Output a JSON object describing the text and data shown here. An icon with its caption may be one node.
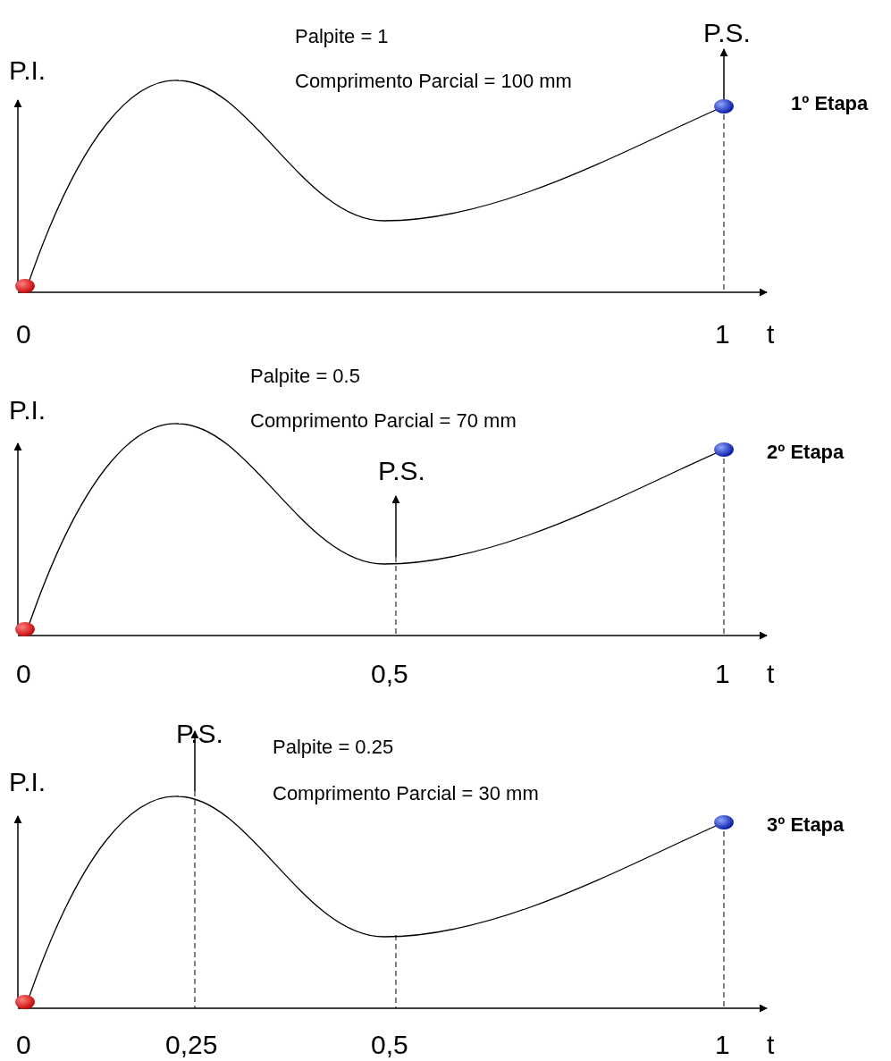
{
  "diagram": {
    "labels": [
      "Palpite = 1",
      "P.S.",
      "P.I.",
      "Comprimento Parcial = 100 mm",
      "1º Etapa",
      "0",
      "1",
      "t",
      "Palpite = 0.5",
      "P.I.",
      "Comprimento Parcial = 70 mm",
      "2º Etapa",
      "P.S.",
      "0",
      "0,5",
      "1",
      "t",
      "P.S.",
      "Palpite = 0.25",
      "P.I.",
      "Comprimento Parcial = 30 mm",
      "3º Etapa",
      "0",
      "0,25",
      "0,5",
      "1",
      "t"
    ]
  }
}
